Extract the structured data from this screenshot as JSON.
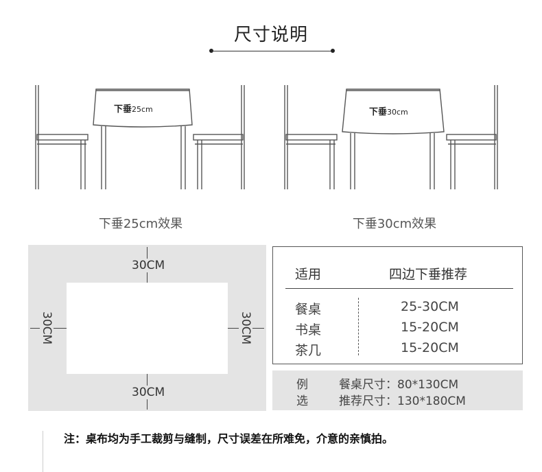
{
  "title": "尺寸说明",
  "illustrations": [
    {
      "tag": "下垂",
      "tag_value": "25cm",
      "caption": "下垂25cm效果"
    },
    {
      "tag": "下垂",
      "tag_value": "30cm",
      "caption": "下垂30cm效果"
    }
  ],
  "size_diagram": {
    "top": "30CM",
    "bottom": "30CM",
    "left": "30CM",
    "right": "30CM"
  },
  "recommend_table": {
    "headers": [
      "适用",
      "四边下垂推荐"
    ],
    "rows": [
      {
        "use": "餐桌",
        "drop": "25-30CM"
      },
      {
        "use": "书桌",
        "drop": "15-20CM"
      },
      {
        "use": "茶几",
        "drop": "15-20CM"
      }
    ]
  },
  "example": {
    "label_top": "例",
    "label_bottom": "选",
    "lines": [
      "餐桌尺寸：80*130CM",
      "推荐尺寸：130*180CM"
    ]
  },
  "note": "注：桌布均为手工裁剪与缝制，尺寸误差在所难免，介意的亲慎拍。"
}
